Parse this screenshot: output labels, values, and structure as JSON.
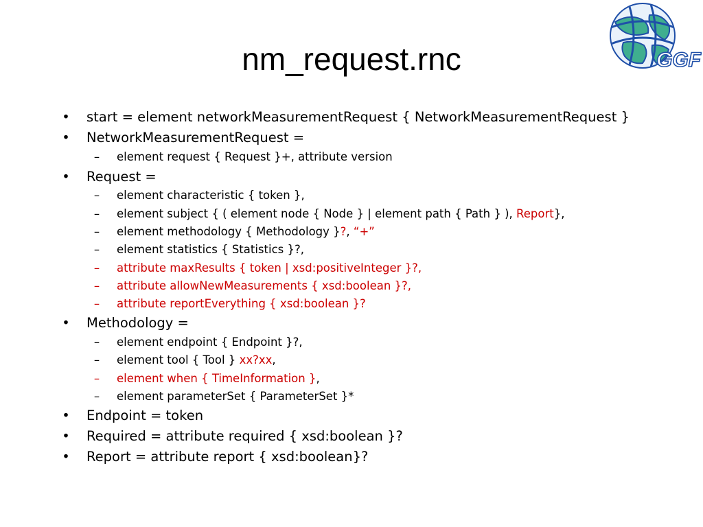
{
  "slide": {
    "title": "nm_request.rnc",
    "logo_text": "GGF",
    "colors": {
      "text": "#000000",
      "highlight": "#cc0000",
      "logo_blue": "#1f4fa8",
      "logo_green": "#3fae8f"
    },
    "bullet_glyph": "•",
    "dash_glyph": "–",
    "lines": [
      {
        "level": 1,
        "segments": [
          {
            "text": "start = element networkMeasurementRequest { NetworkMeasurementRequest }"
          }
        ]
      },
      {
        "level": 1,
        "segments": [
          {
            "text": "NetworkMeasurementRequest ="
          }
        ]
      },
      {
        "level": 2,
        "segments": [
          {
            "text": "element request { Request }+, attribute version"
          }
        ]
      },
      {
        "level": 1,
        "segments": [
          {
            "text": "Request ="
          }
        ]
      },
      {
        "level": 2,
        "segments": [
          {
            "text": "element characteristic { token },"
          }
        ]
      },
      {
        "level": 2,
        "segments": [
          {
            "text": "element subject { ( element node { Node } | element path { Path } ), "
          },
          {
            "text": "Report",
            "red": true
          },
          {
            "text": "},"
          }
        ]
      },
      {
        "level": 2,
        "segments": [
          {
            "text": "element methodology { Methodology }"
          },
          {
            "text": "?",
            "red": true
          },
          {
            "text": ",  "
          },
          {
            "text": "“+”",
            "red": true
          }
        ]
      },
      {
        "level": 2,
        "segments": [
          {
            "text": "element statistics { Statistics }?,"
          }
        ]
      },
      {
        "level": 2,
        "red": true,
        "segments": [
          {
            "text": "attribute maxResults { token | xsd:positiveInteger }?,",
            "red": true
          }
        ]
      },
      {
        "level": 2,
        "red": true,
        "segments": [
          {
            "text": "attribute allowNewMeasurements { xsd:boolean }?,",
            "red": true
          }
        ]
      },
      {
        "level": 2,
        "red": true,
        "segments": [
          {
            "text": "attribute reportEverything { xsd:boolean }?",
            "red": true
          }
        ]
      },
      {
        "level": 1,
        "segments": [
          {
            "text": "Methodology ="
          }
        ]
      },
      {
        "level": 2,
        "segments": [
          {
            "text": "element endpoint { Endpoint }?,"
          }
        ]
      },
      {
        "level": 2,
        "segments": [
          {
            "text": "element tool { Tool } "
          },
          {
            "text": "xx?xx",
            "red": true
          },
          {
            "text": ","
          }
        ]
      },
      {
        "level": 2,
        "red": true,
        "segments": [
          {
            "text": "element when {  TimeInformation }",
            "red": true
          },
          {
            "text": ","
          }
        ]
      },
      {
        "level": 2,
        "segments": [
          {
            "text": "element parameterSet { ParameterSet }*"
          }
        ]
      },
      {
        "level": 1,
        "segments": [
          {
            "text": "Endpoint = token"
          }
        ]
      },
      {
        "level": 1,
        "segments": [
          {
            "text": "Required = attribute required { xsd:boolean }?"
          }
        ]
      },
      {
        "level": 1,
        "segments": [
          {
            "text": "Report = attribute report { xsd:boolean}?"
          }
        ]
      }
    ]
  }
}
